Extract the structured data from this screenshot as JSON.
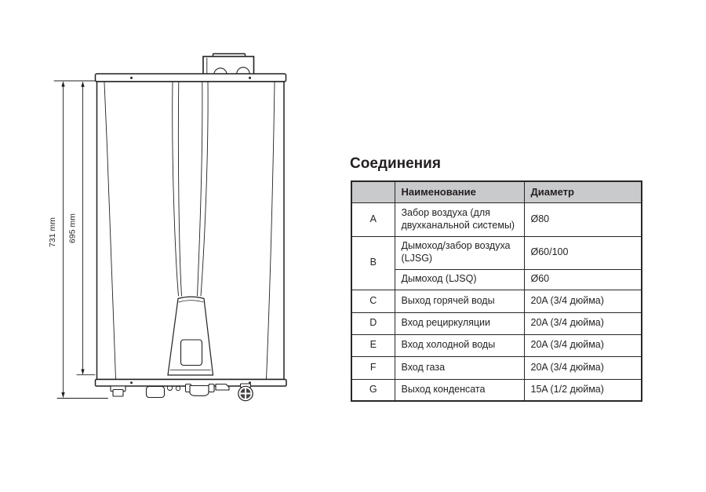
{
  "title": "Соединения",
  "diagram": {
    "dim_outer": "731 mm",
    "dim_inner": "695 mm"
  },
  "table": {
    "header": {
      "corner": "",
      "name": "Наименование",
      "diameter": "Диаметр"
    },
    "header_bg": "#c9cacb",
    "rows": [
      {
        "key": "A",
        "name": "Забор воздуха (для двухканальной системы)",
        "diameter": "Ø80"
      },
      {
        "key": "B",
        "name": "Дымоход/забор воздуха (LJSG)",
        "diameter": "Ø60/100"
      },
      {
        "key": "",
        "name": "Дымоход (LJSQ)",
        "diameter": "Ø60"
      },
      {
        "key": "C",
        "name": "Выход горячей воды",
        "diameter": "20A (3/4 дюйма)"
      },
      {
        "key": "D",
        "name": "Вход рециркуляции",
        "diameter": "20A (3/4 дюйма)"
      },
      {
        "key": "E",
        "name": "Вход холодной воды",
        "diameter": "20A (3/4 дюйма)"
      },
      {
        "key": "F",
        "name": "Вход газа",
        "diameter": "20A (3/4 дюйма)"
      },
      {
        "key": "G",
        "name": "Выход конденсата",
        "diameter": "15A (1/2 дюйма)"
      }
    ]
  },
  "colors": {
    "ink": "#231f20",
    "header_gray": "#c9cacb",
    "paper": "#ffffff"
  }
}
